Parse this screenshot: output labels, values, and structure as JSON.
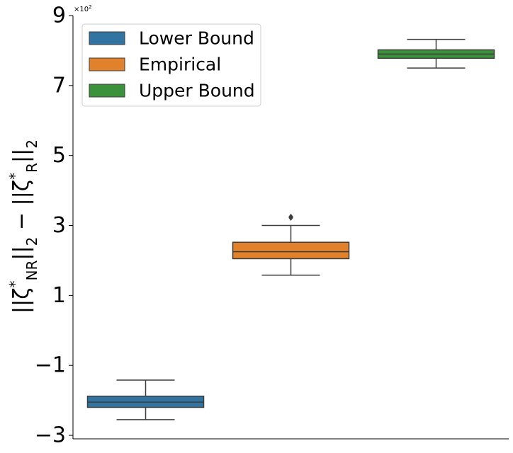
{
  "chart_data": {
    "type": "box",
    "title": "",
    "xlabel": "",
    "ylabel": "||ζ*_NR||_2 − ||ζ*_R||_2",
    "ylabel_parts": {
      "open": "||ζ",
      "sup1": "*",
      "sub1": "NR",
      "mid": "||",
      "sub2": "2",
      "minus": " − ||ζ",
      "sup2": "*",
      "sub3": "R",
      "end": "||",
      "sub4": "2"
    },
    "y_scale_exponent_label": "×10²",
    "y_scale_base": "×10",
    "y_scale_power": "2",
    "ylim": [
      -3.1,
      9.0
    ],
    "yticks": [
      -3,
      -1,
      1,
      3,
      5,
      7,
      9
    ],
    "ytick_labels": [
      "−3",
      "−1",
      "1",
      "3",
      "5",
      "7",
      "9"
    ],
    "grid": false,
    "legend_position": "top-left",
    "series": [
      {
        "name": "Lower Bound",
        "color": "#3274a1",
        "whisker_low": -2.55,
        "q1": -2.2,
        "median": -2.05,
        "q3": -1.88,
        "whisker_high": -1.42,
        "outliers": []
      },
      {
        "name": "Empirical",
        "color": "#e1812c",
        "whisker_low": 1.58,
        "q1": 2.05,
        "median": 2.25,
        "q3": 2.52,
        "whisker_high": 3.0,
        "outliers": [
          3.22,
          3.25
        ]
      },
      {
        "name": "Upper Bound",
        "color": "#3a923a",
        "whisker_low": 7.5,
        "q1": 7.78,
        "median": 7.9,
        "q3": 8.02,
        "whisker_high": 8.32,
        "outliers": []
      }
    ]
  }
}
